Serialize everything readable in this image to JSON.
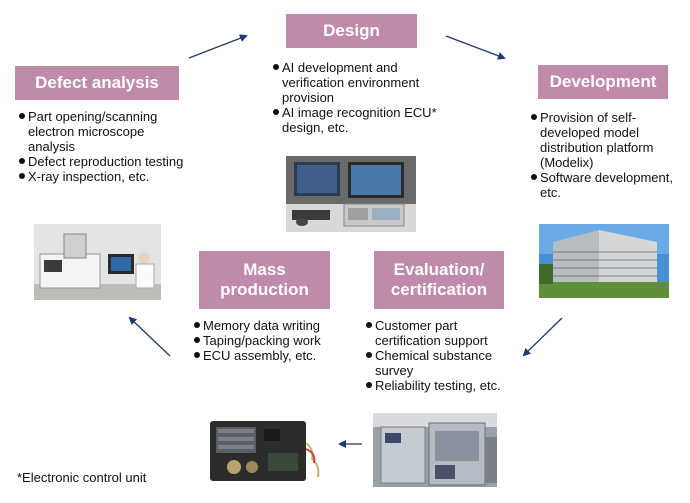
{
  "stages": {
    "design": {
      "title": "Design",
      "items": [
        "AI development and verification environment provision",
        "AI image recognition ECU* design, etc."
      ]
    },
    "development": {
      "title": "Development",
      "items": [
        "Provision of self-developed model distribution platform (Modelix)",
        "Software development, etc."
      ]
    },
    "evaluation": {
      "title_lines": [
        "Evaluation/",
        "certification"
      ],
      "items": [
        "Customer part certification support",
        "Chemical substance survey",
        "Reliability testing, etc."
      ]
    },
    "mass_production": {
      "title_lines": [
        "Mass",
        "production"
      ],
      "items": [
        "Memory data writing",
        "Taping/packing work",
        "ECU assembly, etc."
      ]
    },
    "defect_analysis": {
      "title": "Defect analysis",
      "items": [
        "Part opening/scanning electron microscope analysis",
        "Defect reproduction testing",
        "X-ray inspection, etc."
      ]
    }
  },
  "footnote": "*Electronic control unit",
  "colors": {
    "title_bg": "#c08aaa",
    "arrow": "#1f3a6e"
  }
}
